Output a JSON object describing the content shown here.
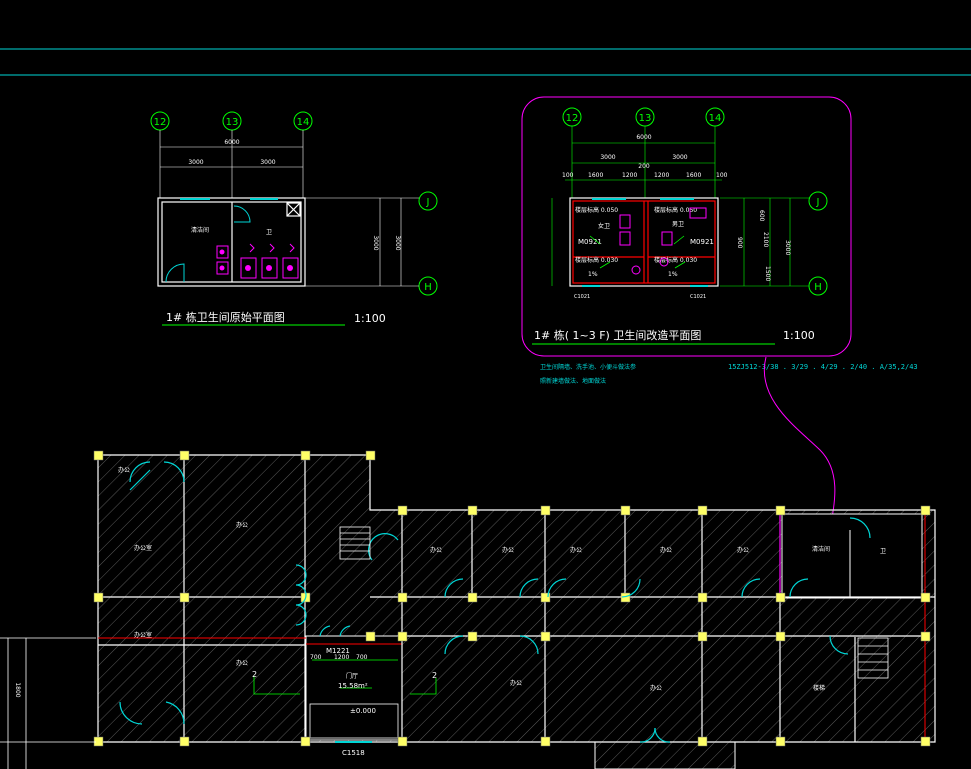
{
  "colors": {
    "background": "#000000",
    "cyan": "#00d6d6",
    "white": "#ffffff",
    "green": "#00ff00",
    "magenta": "#ff00ff",
    "yellow": "#ffff00",
    "red": "#ff0000",
    "hatch": "#7a7a7a"
  },
  "axes": {
    "a12": "12",
    "a13": "13",
    "a14": "14",
    "aJ": "J",
    "aH": "H"
  },
  "plan1": {
    "title": "1# 栋卫生间原始平面图",
    "scale": "1:100",
    "dim_total": "6000",
    "dim_left": "3000",
    "dim_right": "3000",
    "dim_height": "3000",
    "dim_height2": "3000",
    "room_left": "清洁间",
    "room_right": "卫"
  },
  "plan2": {
    "title": "1# 栋(   1~3 F)  卫生间改造平面图",
    "scale": "1:100",
    "dim_total": "6000",
    "dim_left": "3000",
    "dim_right": "3000",
    "dim_mid": "200",
    "dim_100a": "100",
    "dim_1600": "1600",
    "dim_1200a": "1200",
    "dim_1200b": "1200",
    "dim_1600b": "1600",
    "dim_100b": "100",
    "dim_v1": "600",
    "dim_v2": "900",
    "dim_v3": "1500",
    "dim_v4": "3000",
    "dim_v5": "2100",
    "label_tl": "楼层标高 0.050",
    "label_tr": "楼层标高 0.050",
    "label_bl": "楼层标高 0.030",
    "label_br": "楼层标高 0.030",
    "door_left": "M0921",
    "door_right": "M0921",
    "room_tl": "女卫",
    "room_tr": "男卫",
    "slope1": "1%",
    "slope2": "1%",
    "window_left": "C1021",
    "window_right": "C1021",
    "note1": "卫生间隔墙、洗手池、小便斗做法参",
    "note2": "照新建墙做法、地面做法",
    "ref": "15ZJ512-3/38  . 3/29 . 4/29 . 2/40 . A/35,2/43"
  },
  "main_plan": {
    "room_1": "办公",
    "room_2": "办公室",
    "room_3": "办公",
    "room_4": "办公",
    "room_5": "办公",
    "room_6": "办公",
    "room_7": "办公",
    "room_8": "清洁间",
    "room_9": "卫",
    "room_10": "办公室",
    "room_11": "办公",
    "room_12": "办公",
    "room_13": "办公",
    "room_14": "楼梯",
    "room_15": "办公",
    "stair_door": "M1221",
    "dim_a": "700",
    "dim_b": "1200",
    "dim_c": "700",
    "hall_name": "门厅",
    "hall_area": "15.58m²",
    "elev": "±0.000",
    "window": "C1518",
    "mark_left": "2",
    "mark_right": "2",
    "side_dim": "1800"
  }
}
